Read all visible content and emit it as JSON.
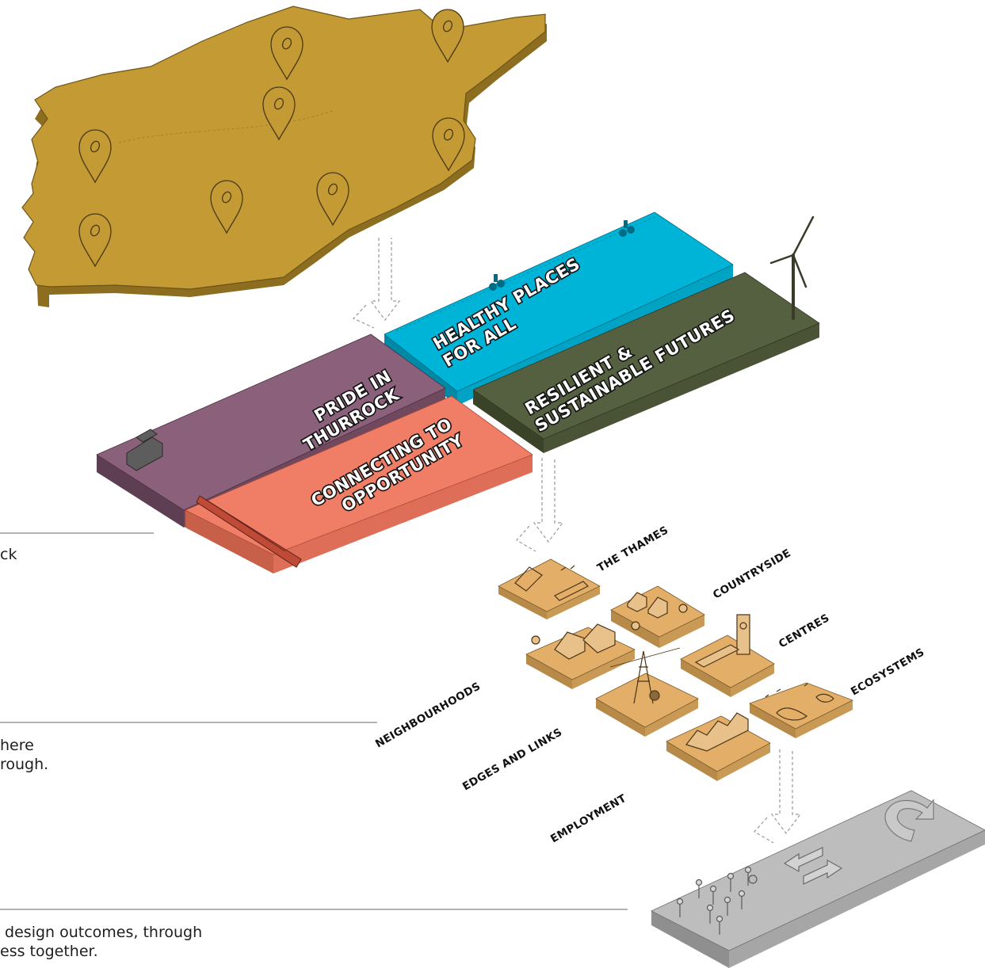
{
  "side_notes": [
    {
      "text": "ck"
    },
    {
      "text": "here\nrough."
    },
    {
      "text": " design outcomes, through\ness together."
    }
  ],
  "plates": {
    "healthy": {
      "line1": "HEALTHY PLACES",
      "line2": "FOR ALL",
      "color": "#00b4d8"
    },
    "resilient": {
      "line1": "RESILIENT &",
      "line2": "SUSTAINABLE FUTURES",
      "color": "#556040"
    },
    "pride": {
      "line1": "PRIDE IN",
      "line2": "THURROCK",
      "color": "#8b607a"
    },
    "connecting": {
      "line1": "CONNECTING TO",
      "line2": "OPPORTUNITY",
      "color": "#f07e66"
    }
  },
  "themes": {
    "thames": "THE THAMES",
    "countryside": "COUNTRYSIDE",
    "centres": "CENTRES",
    "ecosystems": "ECOSYSTEMS",
    "neighbourhoods": "NEIGHBOURHOODS",
    "edges": "EDGES AND LINKS",
    "employment": "EMPLOYMENT"
  },
  "colors": {
    "map": "#c49a35",
    "tile": "#e2ae68",
    "base": "#bdbdbd",
    "rule": "#b3b3b3"
  },
  "icons": [
    "location-pin-icon",
    "wind-turbine-icon",
    "cyclist-icon",
    "truck-icon",
    "ship-icon",
    "refresh-icon",
    "swap-arrows-icon",
    "people-icon"
  ]
}
